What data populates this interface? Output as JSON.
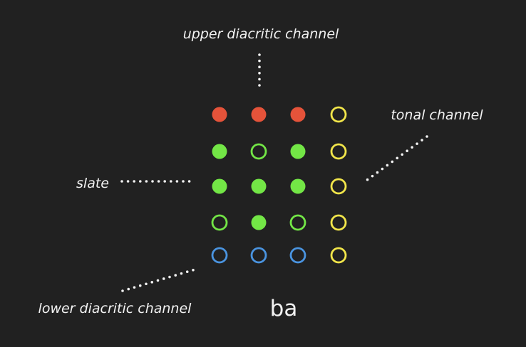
{
  "labels": {
    "upper": "upper diacritic channel",
    "tonal": "tonal channel",
    "slate": "slate",
    "lower": "lower diacritic channel"
  },
  "caption": "ba",
  "colors": {
    "background": "#212121",
    "upper": "#e5533a",
    "slate": "#73e646",
    "lower": "#4a94e0",
    "tonal": "#f2e64a",
    "leader": "#f2f2f2"
  },
  "grid": {
    "rows": [
      {
        "channel": "upper",
        "cells": [
          "filled",
          "filled",
          "filled"
        ],
        "tone": "hollow"
      },
      {
        "channel": "slate",
        "cells": [
          "filled",
          "hollow",
          "filled"
        ],
        "tone": "hollow"
      },
      {
        "channel": "slate",
        "cells": [
          "filled",
          "filled",
          "filled"
        ],
        "tone": "hollow"
      },
      {
        "channel": "slate",
        "cells": [
          "hollow",
          "filled",
          "hollow"
        ],
        "tone": "hollow"
      },
      {
        "channel": "lower",
        "cells": [
          "hollow",
          "hollow",
          "hollow"
        ],
        "tone": "hollow"
      }
    ]
  }
}
